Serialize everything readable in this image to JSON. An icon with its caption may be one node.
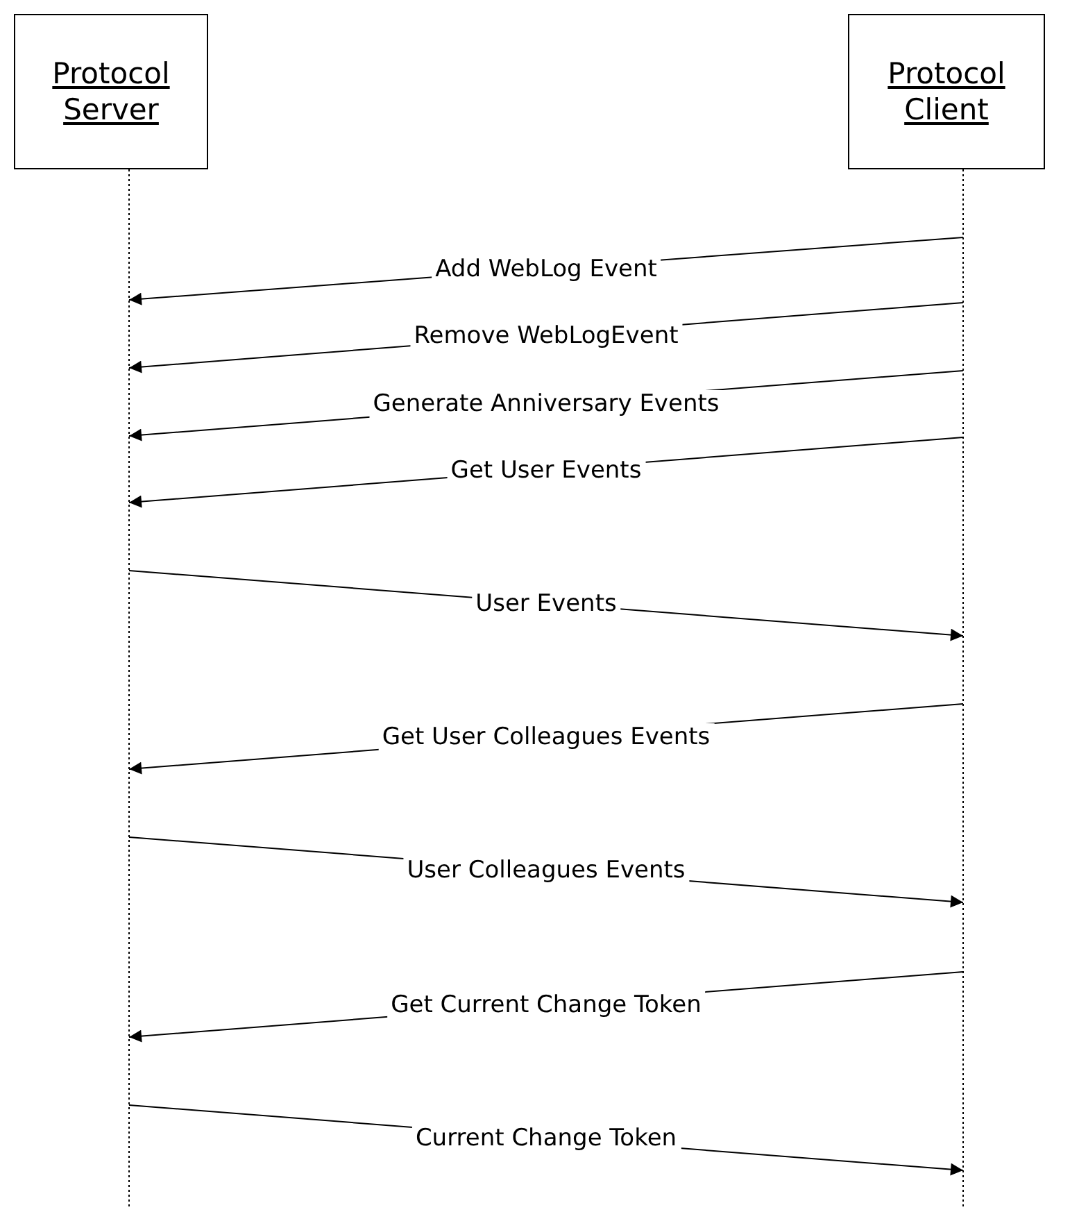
{
  "diagram": {
    "nodes": [
      {
        "text": [
          "Protocol Server"
        ]
      },
      {
        "text": [
          "Protocol Client"
        ]
      }
    ],
    "edges": [
      {
        "from": 1,
        "to": 0,
        "arrow": "to",
        "label": "Add WebLog Event"
      },
      {
        "from": 1,
        "to": 0,
        "arrow": "to",
        "label": "Remove WebLogEvent"
      },
      {
        "from": 1,
        "to": 0,
        "arrow": "to",
        "label": "Generate Anniversary Events"
      },
      {
        "from": 1,
        "to": 0,
        "arrow": "to",
        "label": "Get User Events"
      },
      {
        "from": 0,
        "to": 1,
        "arrow": "to",
        "label": "User Events"
      },
      {
        "from": 1,
        "to": 0,
        "arrow": "to",
        "label": "Get User Colleagues Events"
      },
      {
        "from": 0,
        "to": 1,
        "arrow": "to",
        "label": "User Colleagues Events"
      },
      {
        "from": 1,
        "to": 0,
        "arrow": "to",
        "label": "Get Current Change Token"
      },
      {
        "from": 0,
        "to": 1,
        "arrow": "to",
        "label": "Current Change Token"
      }
    ]
  }
}
